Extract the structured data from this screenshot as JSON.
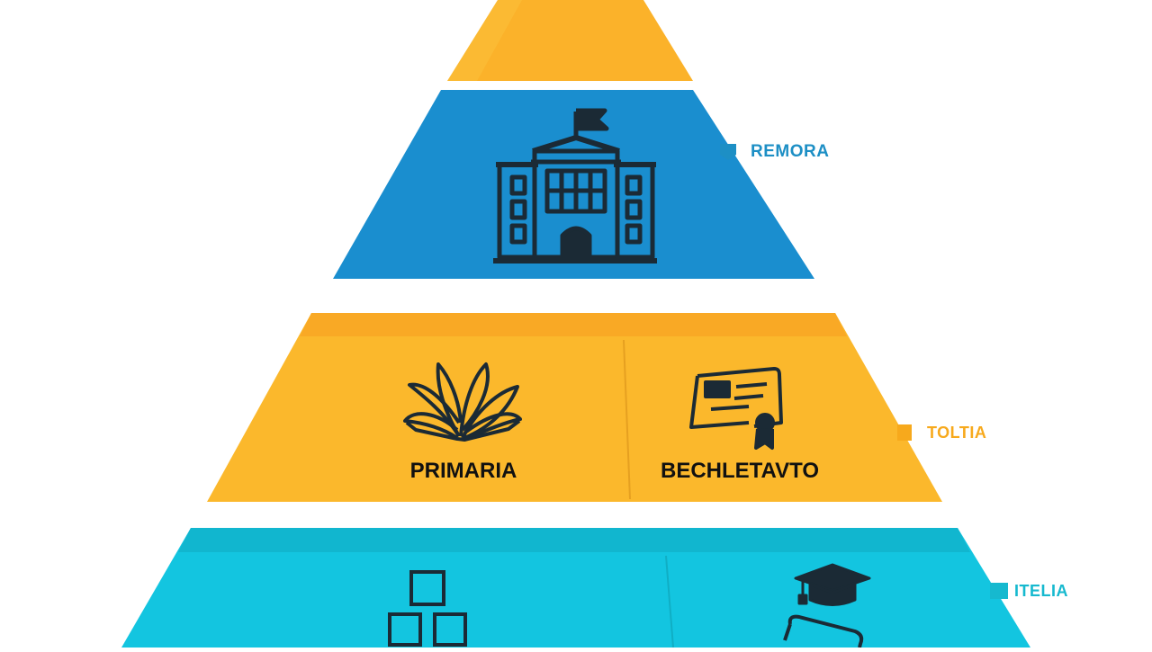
{
  "colors": {
    "top": "#fbb22a",
    "blue": "#1a8ecf",
    "yellow": "#fbb82c",
    "cyan": "#13c5e0",
    "label_blue": "#1d8fc5",
    "label_orange": "#f7a91c",
    "label_cyan": "#16b9cf",
    "icon": "#1b2a35"
  },
  "side_labels": {
    "tier2": "REMORA",
    "tier3": "TOLTIA",
    "tier4": "ITELIA"
  },
  "tier3": {
    "left_label": "PRIMARIA",
    "right_label": "BECHLETAVTO",
    "left_icon": "open-book-icon",
    "right_icon": "diploma-certificate-icon"
  },
  "tier2": {
    "icon": "school-building-icon"
  },
  "tier4": {
    "left_icon": "blocks-icon",
    "right_icon": "graduation-cap-icon"
  }
}
